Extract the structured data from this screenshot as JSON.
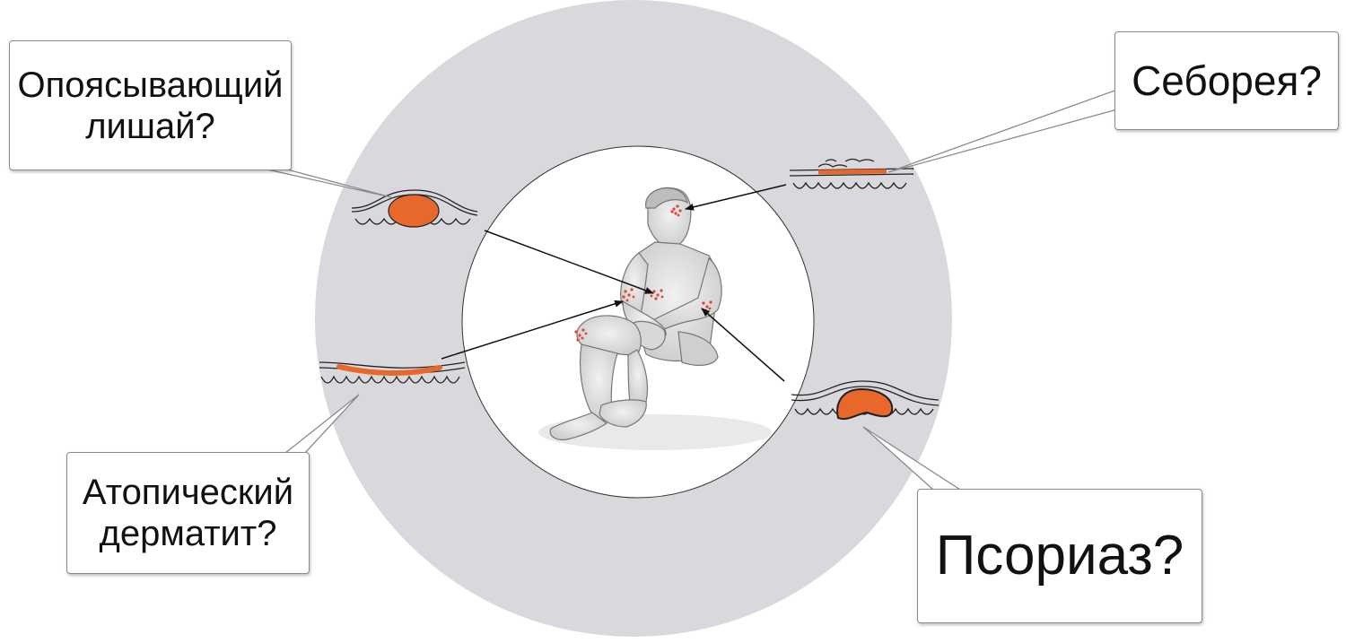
{
  "callouts": {
    "shingles": {
      "line1": "Опоясывающий",
      "line2": "лишай?"
    },
    "seborrhea": {
      "line1": "Себорея?"
    },
    "atopic": {
      "line1": "Атопический",
      "line2": "дерматит?"
    },
    "psoriasis": {
      "line1": "Псориаз?"
    }
  },
  "colors": {
    "ring": "#d9d8dd",
    "lesion": "#e8672a",
    "rash_dots": "#e2452d",
    "ink": "#111111"
  },
  "icons": [
    "skin-cross-section-icon",
    "human-figure-sketch-icon",
    "arrow-icon"
  ]
}
